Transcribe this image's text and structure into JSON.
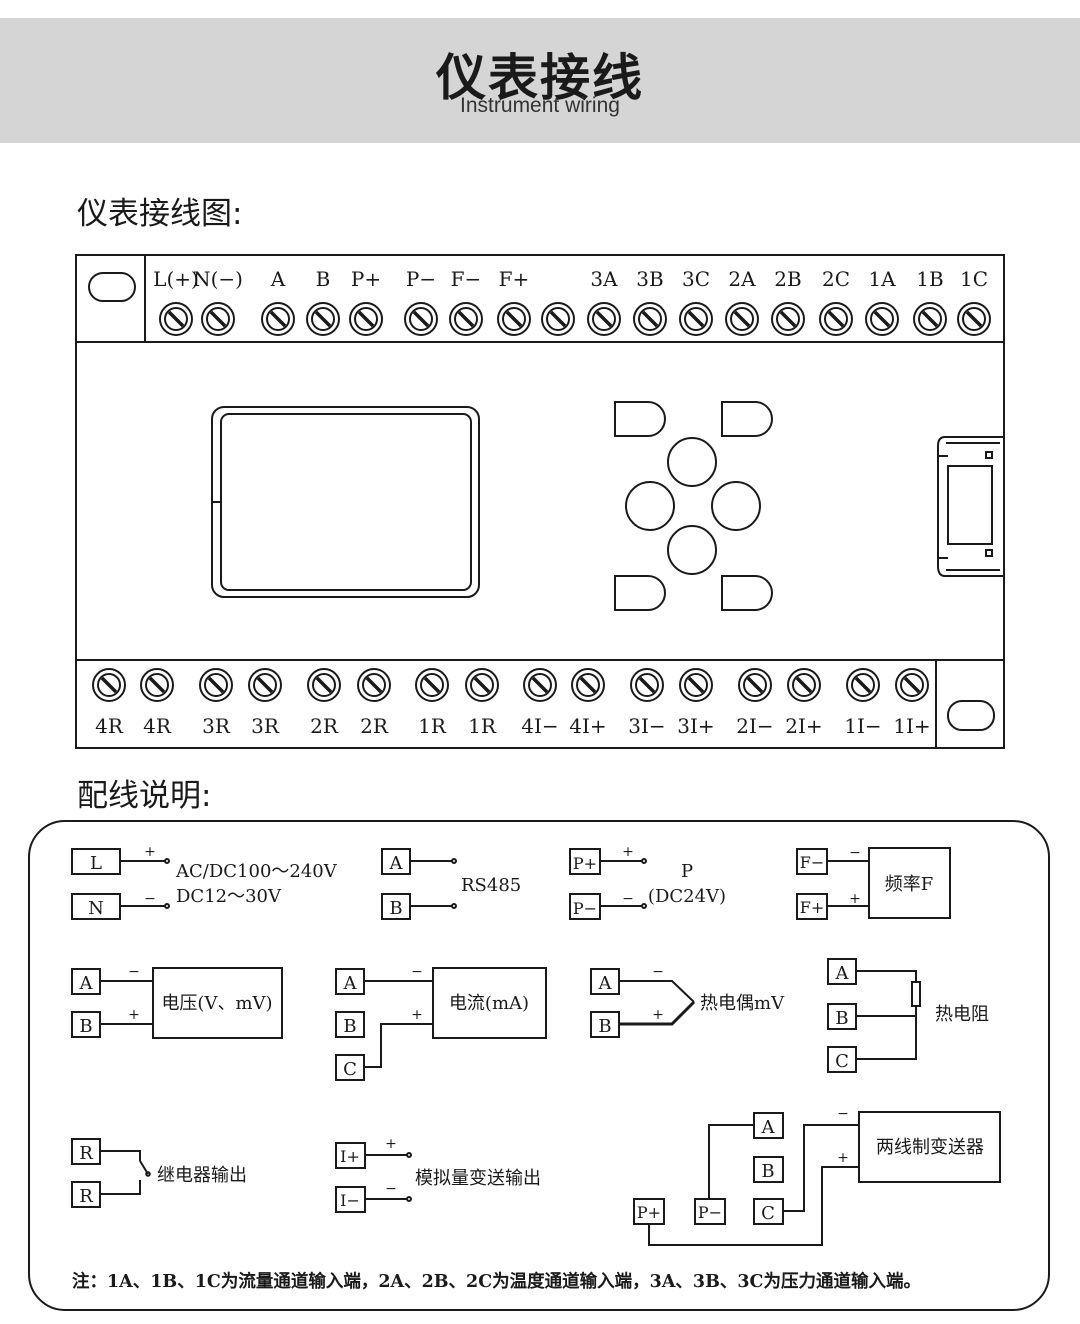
{
  "header": {
    "title": "仪表接线",
    "subtitle": "Instrument wiring"
  },
  "section1": {
    "title": "仪表接线图:"
  },
  "section2": {
    "title": "配线说明:"
  },
  "top_terminals": [
    "L(+)",
    "N(−)",
    "A",
    "B",
    "P+",
    "P−",
    "F−",
    "F+",
    "",
    "3A",
    "3B",
    "3C",
    "2A",
    "2B",
    "2C",
    "1A",
    "1B",
    "1C"
  ],
  "bottom_terminals": [
    "4R",
    "4R",
    "3R",
    "3R",
    "2R",
    "2R",
    "1R",
    "1R",
    "4I−",
    "4I+",
    "3I−",
    "3I+",
    "2I−",
    "2I+",
    "1I−",
    "1I+"
  ],
  "wiring": {
    "power": {
      "l": "L",
      "n": "N",
      "plus": "+",
      "minus": "−",
      "ac": "AC/DC100～240V",
      "dc": "DC12～30V"
    },
    "rs485": {
      "a": "A",
      "b": "B",
      "label": "RS485"
    },
    "p24": {
      "pp": "P+",
      "pm": "P−",
      "plus": "+",
      "minus": "−",
      "label1": "P",
      "label2": "(DC24V)"
    },
    "freq": {
      "fm": "F−",
      "fp": "F+",
      "minus": "−",
      "plus": "+",
      "label": "频率F"
    },
    "voltage": {
      "a": "A",
      "b": "B",
      "minus": "−",
      "plus": "+",
      "label": "电压(V、mV)"
    },
    "current": {
      "a": "A",
      "b": "B",
      "c": "C",
      "minus": "−",
      "plus": "+",
      "label": "电流(mA)"
    },
    "thermocouple": {
      "a": "A",
      "b": "B",
      "minus": "−",
      "plus": "+",
      "label": "热电偶mV"
    },
    "rtd": {
      "a": "A",
      "b": "B",
      "c": "C",
      "label": "热电阻"
    },
    "relay": {
      "r1": "R",
      "r2": "R",
      "label": "继电器输出"
    },
    "analog": {
      "ip": "I+",
      "im": "I−",
      "plus": "+",
      "minus": "−",
      "label": "模拟量变送输出"
    },
    "transmitter": {
      "a": "A",
      "b": "B",
      "c": "C",
      "pp": "P+",
      "pm": "P−",
      "minus": "−",
      "plus": "+",
      "label": "两线制变送器"
    }
  },
  "note": "注：1A、1B、1C为流量通道输入端，2A、2B、2C为温度通道输入端，3A、3B、3C为压力通道输入端。"
}
